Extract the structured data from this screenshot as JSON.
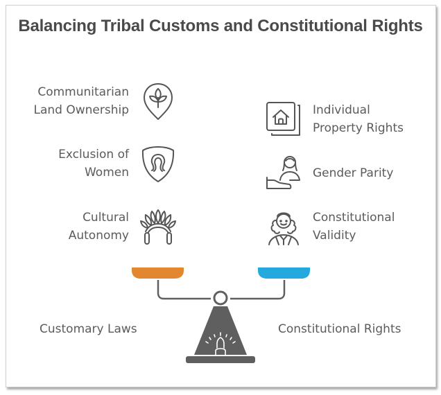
{
  "title": "Balancing Tribal Customs and Constitutional Rights",
  "left_side": {
    "label": "Customary Laws",
    "color": "#E2862F",
    "items": [
      {
        "label_line1": "Communitarian",
        "label_line2": "Land Ownership",
        "icon": "leaf-pin-icon"
      },
      {
        "label_line1": "Exclusion of",
        "label_line2": "Women",
        "icon": "shield-woman-icon"
      },
      {
        "label_line1": "Cultural",
        "label_line2": "Autonomy",
        "icon": "headdress-icon"
      }
    ]
  },
  "right_side": {
    "label": "Constitutional Rights",
    "color": "#23A9DD",
    "items": [
      {
        "label_line1": "Individual",
        "label_line2": "Property Rights",
        "icon": "house-card-icon"
      },
      {
        "label_line1": "Gender Parity",
        "label_line2": "",
        "icon": "woman-hand-icon"
      },
      {
        "label_line1": "Constitutional",
        "label_line2": "Validity",
        "icon": "judge-icon"
      }
    ]
  },
  "scale": {
    "icon": "balance-scale-icon",
    "base_color": "#5F5F5F"
  }
}
